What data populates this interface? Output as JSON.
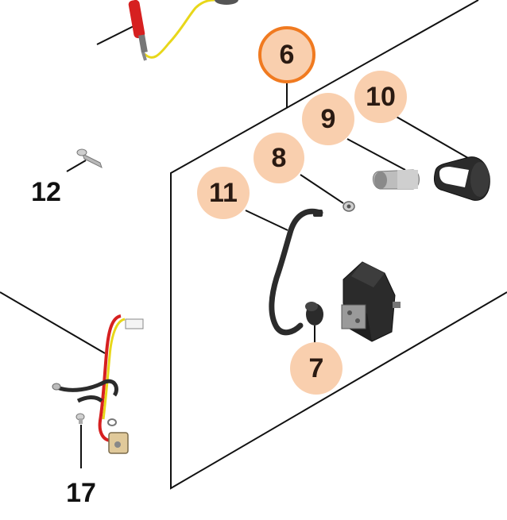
{
  "diagram": {
    "colors": {
      "callout_fill": "#f9cfae",
      "callout_text": "#2a1a12",
      "highlight_ring": "#f07a20",
      "white_callout_text": "#111111",
      "line": "#111111",
      "part_dark": "#2b2b2b",
      "wire_yellow": "#e8d71a",
      "wire_red": "#d62020"
    },
    "callouts": [
      {
        "id": "c6",
        "label": "6",
        "style": "highlight"
      },
      {
        "id": "c10",
        "label": "10",
        "style": "filled"
      },
      {
        "id": "c9",
        "label": "9",
        "style": "filled"
      },
      {
        "id": "c8",
        "label": "8",
        "style": "filled"
      },
      {
        "id": "c11",
        "label": "11",
        "style": "filled"
      },
      {
        "id": "c7",
        "label": "7",
        "style": "filled"
      },
      {
        "id": "c12",
        "label": "12",
        "style": "plain"
      },
      {
        "id": "c17",
        "label": "17",
        "style": "plain"
      }
    ],
    "parts": [
      {
        "id": "ignition-module",
        "icon": "ignition-coil-module"
      },
      {
        "id": "ignition-lead",
        "icon": "ignition-lead-wire"
      },
      {
        "id": "spark-plug-boot",
        "icon": "spark-plug-boot"
      },
      {
        "id": "contact-spring",
        "icon": "contact-spring"
      },
      {
        "id": "washer-nut",
        "icon": "washer-nut"
      },
      {
        "id": "grommet",
        "icon": "grommet"
      },
      {
        "id": "screw-12",
        "icon": "screw"
      },
      {
        "id": "screw-17",
        "icon": "screw"
      },
      {
        "id": "wiring-harness",
        "icon": "short-circuit-wire-harness"
      },
      {
        "id": "top-wire-part",
        "icon": "ground-wire"
      }
    ]
  }
}
